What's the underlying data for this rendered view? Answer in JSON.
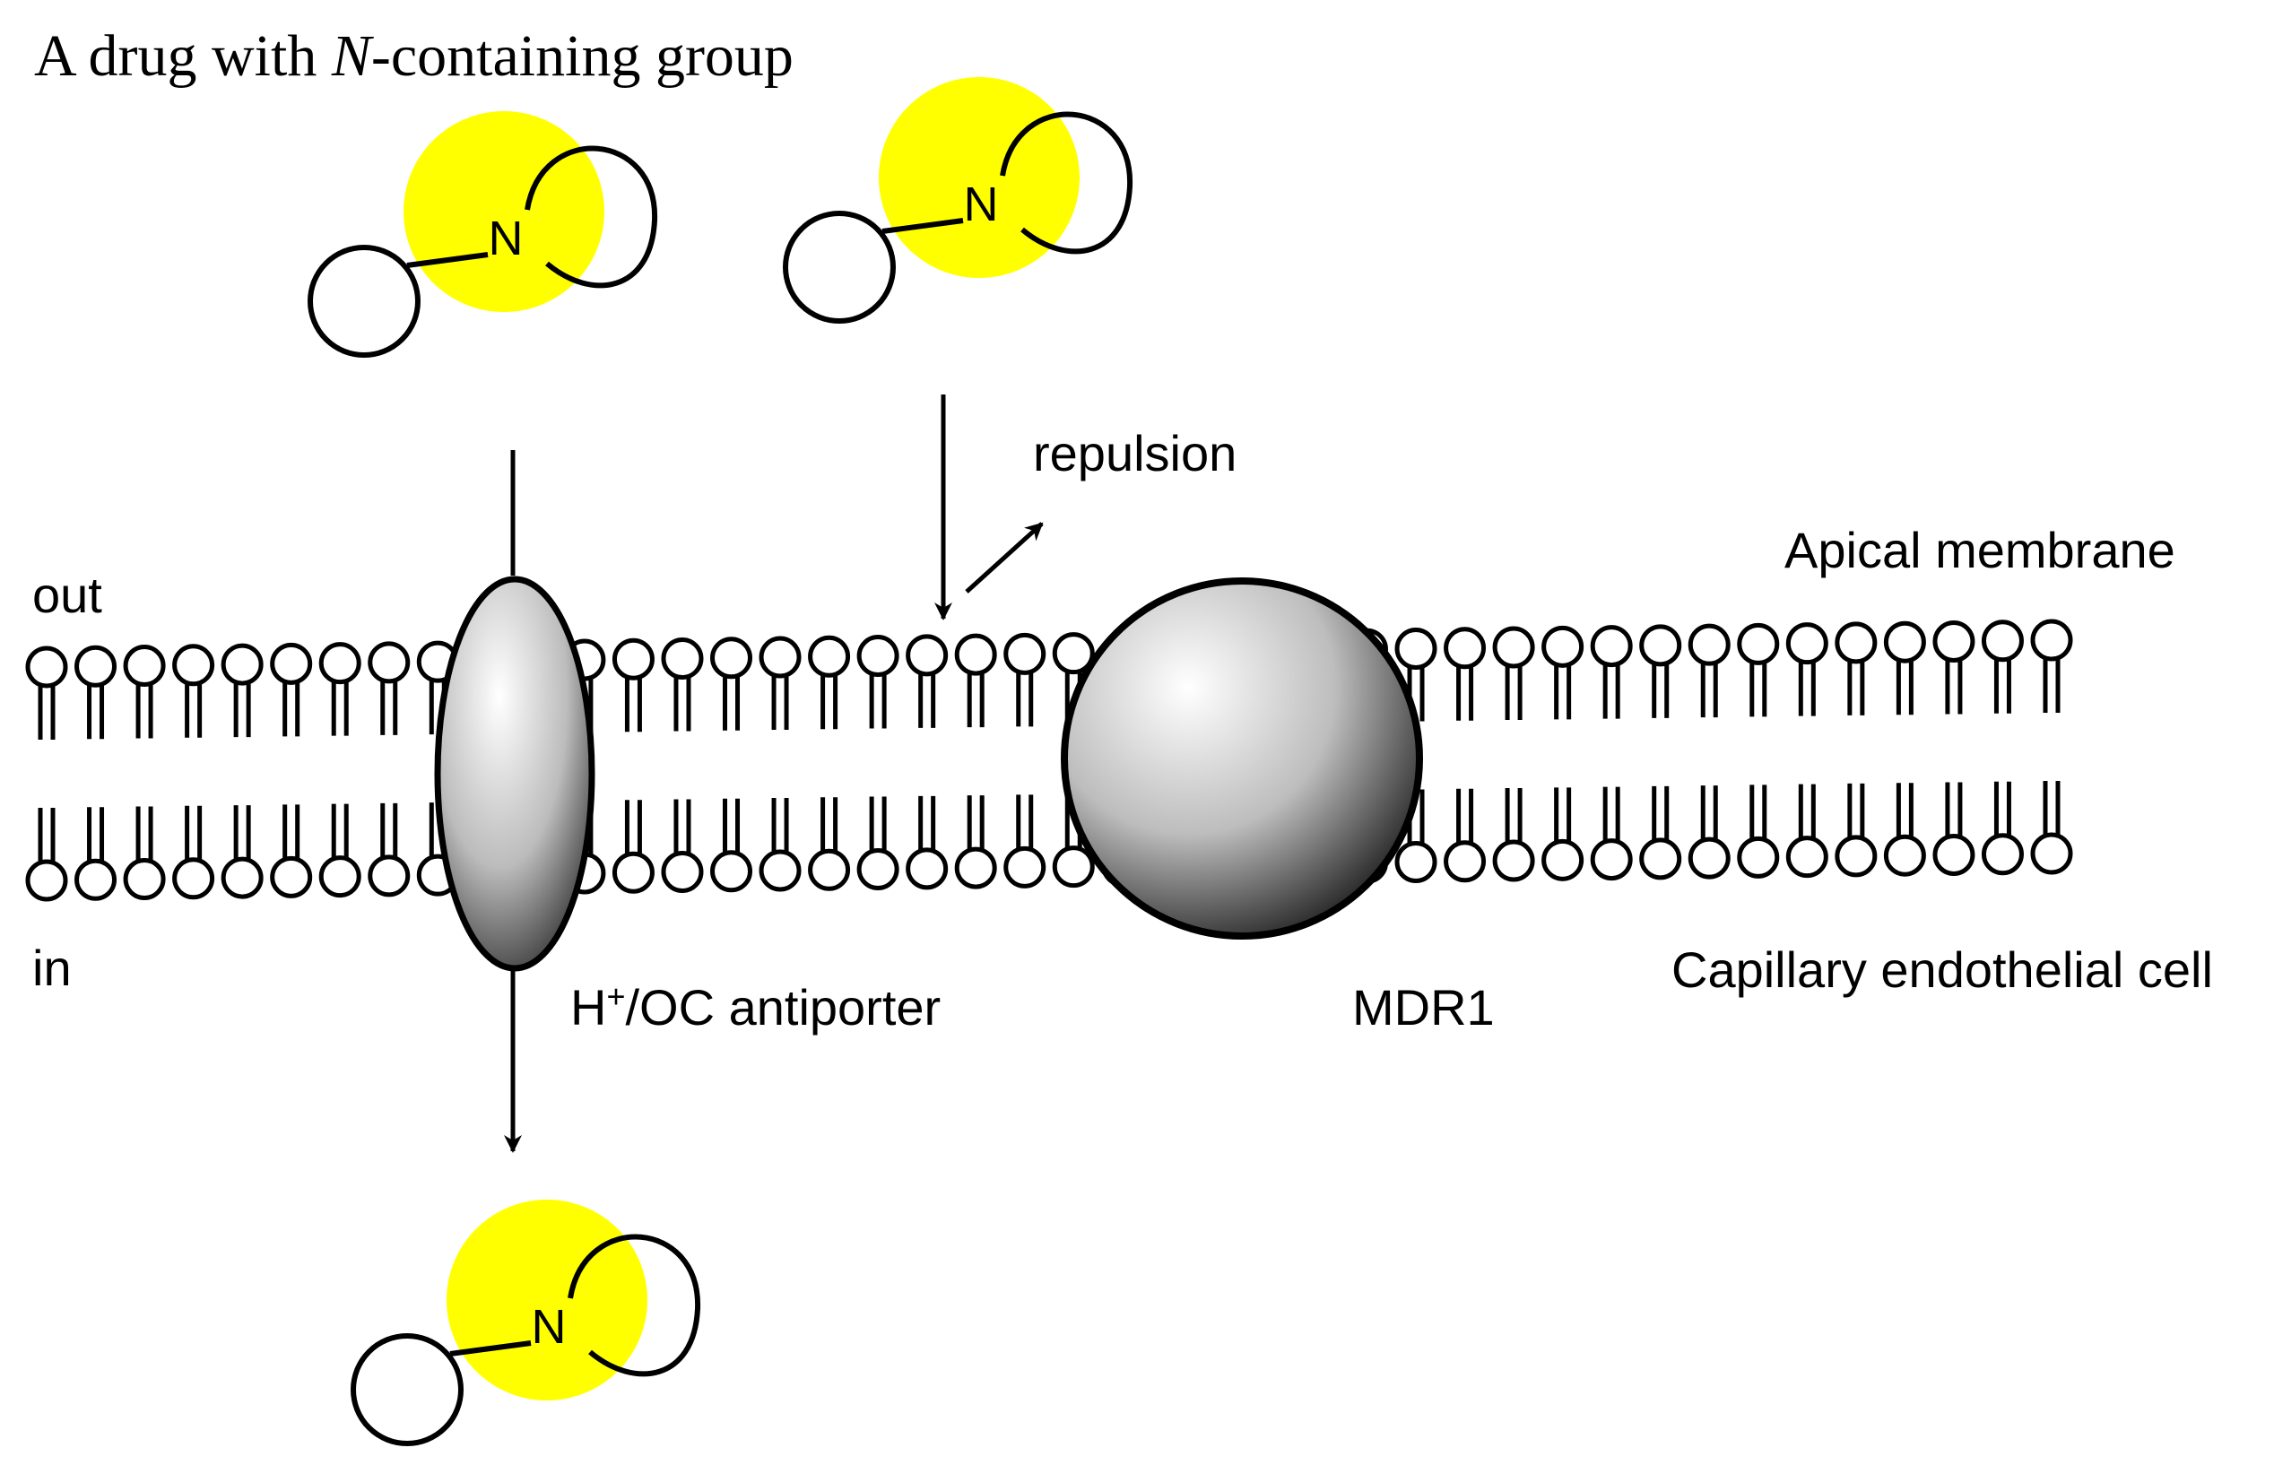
{
  "title": {
    "prefix": "A drug with ",
    "italic": "N",
    "suffix": "-containing group"
  },
  "labels": {
    "out": "out",
    "in": "in",
    "repulsion": "repulsion",
    "apical_membrane": "Apical membrane",
    "capillary_cell": "Capillary endothelial cell",
    "mdr1": "MDR1",
    "antiporter_h": "H",
    "antiporter_plus": "+",
    "antiporter_rest": "/OC antiporter"
  },
  "molecules": [
    {
      "atom": "N"
    },
    {
      "atom": "N"
    },
    {
      "atom": "N"
    }
  ],
  "colors": {
    "highlight": "#ffff00",
    "line": "#000000",
    "protein_dark": "#2a2a2a",
    "protein_light": "#ffffff"
  }
}
